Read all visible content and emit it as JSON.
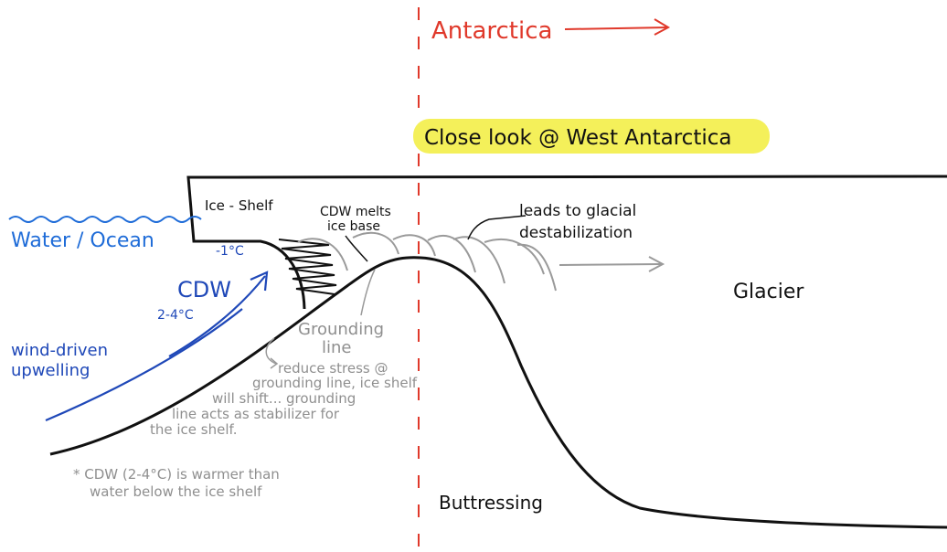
{
  "colors": {
    "ink": "#111111",
    "gray": "#8f8f8f",
    "blue": "#1f48b8",
    "red": "#e0392b",
    "highlight": "#f4f05a"
  },
  "header": {
    "region": "Antarctica",
    "subtitle": "Close look @ West Antarctica"
  },
  "labels": {
    "ice_shelf": "Ice - Shelf",
    "cdw_melts_1": "CDW melts",
    "cdw_melts_2": "ice base",
    "glacial_1": "leads to glacial",
    "glacial_2": "destabilization",
    "water_ocean": "Water / Ocean",
    "minus_one": "-1°C",
    "cdw": "CDW",
    "cdw_temp": "2-4°C",
    "wind_1": "wind-driven",
    "wind_2": "upwelling",
    "glacier": "Glacier",
    "grounding_1": "Grounding",
    "grounding_2": "line",
    "reduce_1": "reduce stress @",
    "reduce_2": "grounding line, ice shelf",
    "reduce_3": "will shift... grounding",
    "reduce_4": "line acts as stabilizer for",
    "reduce_5": "the ice shelf.",
    "note_1": "* CDW (2-4°C) is warmer than",
    "note_2": "water below the ice shelf",
    "buttressing": "Buttressing"
  }
}
